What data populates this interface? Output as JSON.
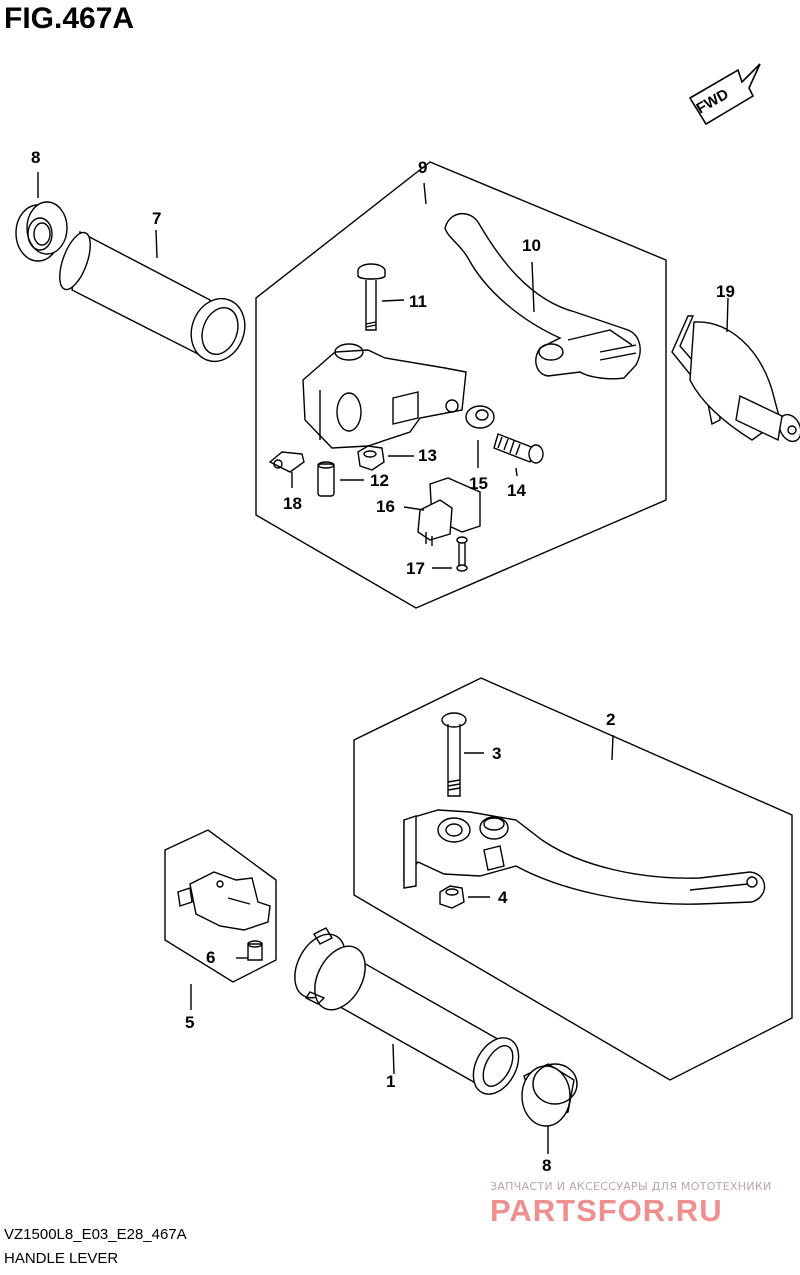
{
  "header": {
    "title": "FIG.467A"
  },
  "fwd_label": "FWD",
  "callouts": {
    "c1": "1",
    "c2": "2",
    "c3": "3",
    "c4": "4",
    "c5": "5",
    "c6": "6",
    "c7": "7",
    "c8_top": "8",
    "c8_bottom": "8",
    "c9": "9",
    "c10": "10",
    "c11": "11",
    "c12": "12",
    "c13": "13",
    "c14": "14",
    "c15": "15",
    "c16": "16",
    "c17": "17",
    "c18": "18",
    "c19": "19"
  },
  "footer": {
    "code": "VZ1500L8_E03_E28_467A",
    "name": "HANDLE LEVER"
  },
  "watermark": {
    "subtitle": "ЗАПЧАСТИ И АКСЕССУАРЫ ДЛЯ МОТОТЕХНИКИ",
    "brand": "PARTSFOR.RU"
  },
  "colors": {
    "line": "#000000",
    "fill": "#ffffff",
    "shade": "#e6e6e6",
    "watermark": "#ef8f8f"
  }
}
